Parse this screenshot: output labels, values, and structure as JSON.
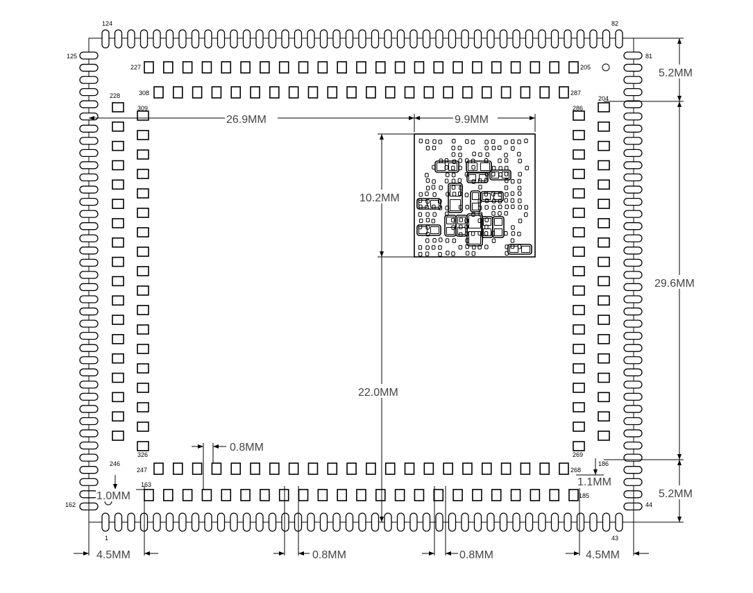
{
  "dimensions": {
    "module_width": "26.9MM",
    "shield_width": "9.9MM",
    "shield_height": "10.2MM",
    "inner_height": "29.6MM",
    "top_margin": "5.2MM",
    "bottom_margin": "5.2MM",
    "shield_to_bottom": "22.0MM",
    "pitch_top": "0.8MM",
    "pitch_bottom_center_left": "0.8MM",
    "pitch_bottom_center_right": "0.8MM",
    "corner_offset_left": "4.5MM",
    "corner_offset_right": "4.5MM",
    "pad_offset_left": "1.0MM",
    "pad_offset_right": "1.1MM"
  },
  "pin_numbers": {
    "top_left": "124",
    "top_right": "82",
    "left_top": "125",
    "left_bottom": "162",
    "right_top": "81",
    "right_bottom": "44",
    "bottom_left": "1",
    "bottom_right": "43",
    "row2_left": "227",
    "row2_right": "205",
    "row3_left": "308",
    "row3_right": "287",
    "col_left_outer_top": "228",
    "col_left_outer_bottom": "246",
    "col_left_inner_top": "309",
    "col_left_inner_bottom": "326",
    "col_right_inner_top": "286",
    "col_right_inner_bottom": "269",
    "col_right_outer_top": "204",
    "col_right_outer_bottom": "186",
    "row_bottom_inner_left": "247",
    "row_bottom_inner_right": "268",
    "row_bottom_outer_left": "163",
    "row_bottom_outer_right": "185"
  }
}
